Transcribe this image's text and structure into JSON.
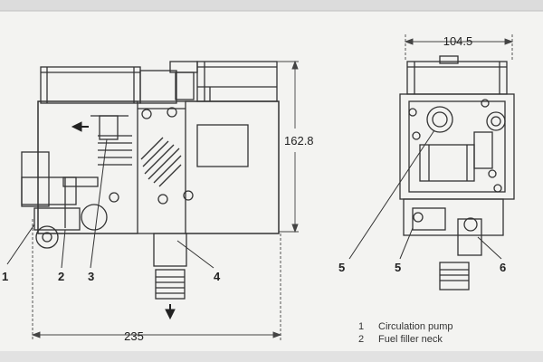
{
  "dimensions": {
    "width_left": "235",
    "height_left": "162.8",
    "width_right": "104.5"
  },
  "callouts": {
    "left_view": [
      "1",
      "2",
      "3",
      "4"
    ],
    "right_view": [
      "5",
      "5",
      "6"
    ]
  },
  "legend": [
    {
      "number": "1",
      "text": "Circulation pump"
    },
    {
      "number": "2",
      "text": "Fuel filler neck"
    }
  ],
  "colors": {
    "paper": "#f3f3f1",
    "ink": "#333333",
    "screen_frame": "#d8d8d8"
  }
}
